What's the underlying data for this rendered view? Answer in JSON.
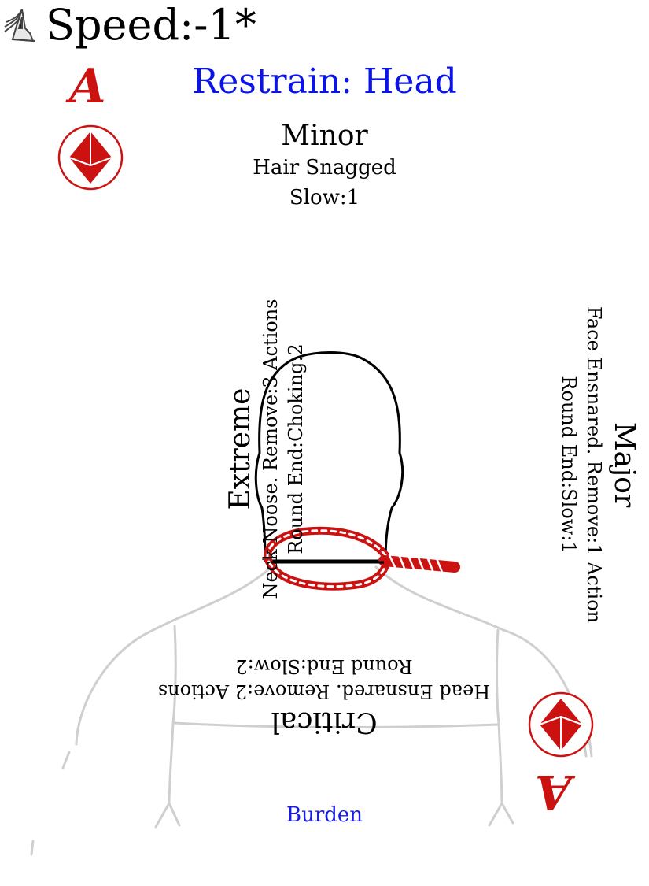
{
  "card": {
    "rank": "A",
    "suit_icon": "diamond-suit-icon",
    "accent_color": "#cc1111",
    "title": "Restrain: Head",
    "title_color": "#0a14e6",
    "minor": {
      "heading": "Minor",
      "line1": "Hair Snagged",
      "line2": "Slow:1"
    },
    "speed": {
      "icon": "winged-boot-icon",
      "text": "Speed:-1*"
    },
    "major": {
      "heading": "Major",
      "line1": "Face Ensnared. Remove:1 Action",
      "line2": "Round End:Slow:1"
    },
    "extreme": {
      "heading": "Extreme",
      "line1": "Neck Noose. Remove:3 Actions",
      "line2": "Round End:Choking:2"
    },
    "critical": {
      "heading": "Critical",
      "line1": "Head Ensnared. Remove:2 Actions",
      "line2": "Round End:Slow:2"
    },
    "footer": "Burden",
    "illustration": "head-with-noose-icon"
  }
}
